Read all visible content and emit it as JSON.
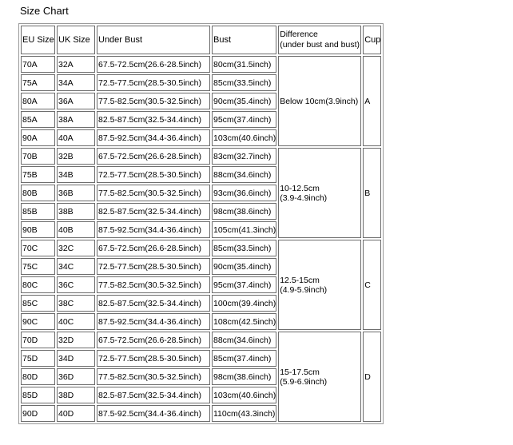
{
  "title": "Size Chart",
  "headers": [
    "EU Size",
    "UK Size",
    "Under Bust",
    "Bust",
    "Difference\n(under bust and bust)",
    "Cup"
  ],
  "rows": [
    [
      "70A",
      "32A",
      "67.5-72.5cm(26.6-28.5inch)",
      "80cm(31.5inch)"
    ],
    [
      "75A",
      "34A",
      "72.5-77.5cm(28.5-30.5inch)",
      "85cm(33.5inch)"
    ],
    [
      "80A",
      "36A",
      "77.5-82.5cm(30.5-32.5inch)",
      "90cm(35.4inch)"
    ],
    [
      "85A",
      "38A",
      "82.5-87.5cm(32.5-34.4inch)",
      "95cm(37.4inch)"
    ],
    [
      "90A",
      "40A",
      "87.5-92.5cm(34.4-36.4inch)",
      "103cm(40.6inch)"
    ],
    [
      "70B",
      "32B",
      "67.5-72.5cm(26.6-28.5inch)",
      "83cm(32.7inch)"
    ],
    [
      "75B",
      "34B",
      "72.5-77.5cm(28.5-30.5inch)",
      "88cm(34.6inch)"
    ],
    [
      "80B",
      "36B",
      "77.5-82.5cm(30.5-32.5inch)",
      "93cm(36.6inch)"
    ],
    [
      "85B",
      "38B",
      "82.5-87.5cm(32.5-34.4inch)",
      "98cm(38.6inch)"
    ],
    [
      "90B",
      "40B",
      "87.5-92.5cm(34.4-36.4inch)",
      "105cm(41.3inch)"
    ],
    [
      "70C",
      "32C",
      "67.5-72.5cm(26.6-28.5inch)",
      "85cm(33.5inch)"
    ],
    [
      "75C",
      "34C",
      "72.5-77.5cm(28.5-30.5inch)",
      "90cm(35.4inch)"
    ],
    [
      "80C",
      "36C",
      "77.5-82.5cm(30.5-32.5inch)",
      "95cm(37.4inch)"
    ],
    [
      "85C",
      "38C",
      "82.5-87.5cm(32.5-34.4inch)",
      "100cm(39.4inch)"
    ],
    [
      "90C",
      "40C",
      "87.5-92.5cm(34.4-36.4inch)",
      "108cm(42.5inch)"
    ],
    [
      "70D",
      "32D",
      "67.5-72.5cm(26.6-28.5inch)",
      "88cm(34.6inch)"
    ],
    [
      "75D",
      "34D",
      "72.5-77.5cm(28.5-30.5inch)",
      "85cm(37.4inch)"
    ],
    [
      "80D",
      "36D",
      "77.5-82.5cm(30.5-32.5inch)",
      "98cm(38.6inch)"
    ],
    [
      "85D",
      "38D",
      "82.5-87.5cm(32.5-34.4inch)",
      "103cm(40.6inch)"
    ],
    [
      "90D",
      "40D",
      "87.5-92.5cm(34.4-36.4inch)",
      "110cm(43.3inch)"
    ]
  ],
  "groups": [
    {
      "difference": "Below 10cm(3.9inch)",
      "cup": "A"
    },
    {
      "difference": "10-12.5cm\n(3.9-4.9inch)",
      "cup": "B"
    },
    {
      "difference": "12.5-15cm\n(4.9-5.9inch)",
      "cup": "C"
    },
    {
      "difference": "15-17.5cm\n(5.9-6.9inch)",
      "cup": "D"
    }
  ]
}
